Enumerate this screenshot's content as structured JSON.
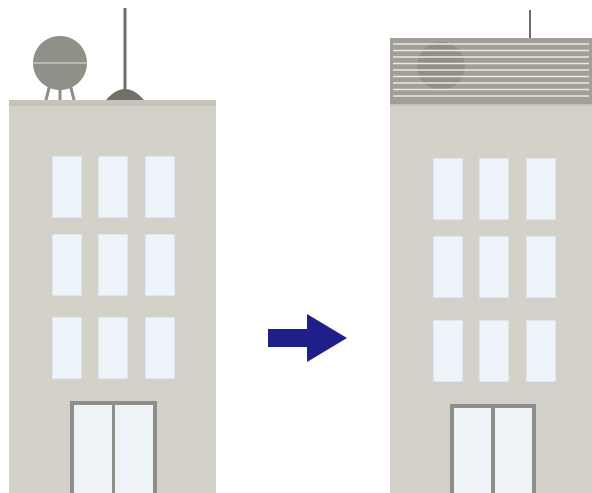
{
  "colors": {
    "background": "#ffffff",
    "building_body": "#d4d2c8",
    "building_shadow": "#c6c4b9",
    "window_glass": "#edf4fa",
    "window_frame": "#cfd7dd",
    "door_frame": "#8e8e8c",
    "door_glass": "#eef3f7",
    "rooftop_equipment": "#8e8d86",
    "antenna": "#6f6f6b",
    "screen_panel": "#a19f97",
    "screen_slat": "#e9e8e3",
    "arrow": "#1f1f8a"
  },
  "diagram": {
    "before": {
      "rooftop_items": [
        "satellite-dish",
        "antenna"
      ],
      "window_rows": 3,
      "window_columns": 3,
      "door": "double-glass-door"
    },
    "after": {
      "rooftop_items": [
        "rooftop-screen-panel",
        "antenna"
      ],
      "window_rows": 3,
      "window_columns": 3,
      "door": "double-glass-door"
    },
    "transition": "right-arrow"
  }
}
